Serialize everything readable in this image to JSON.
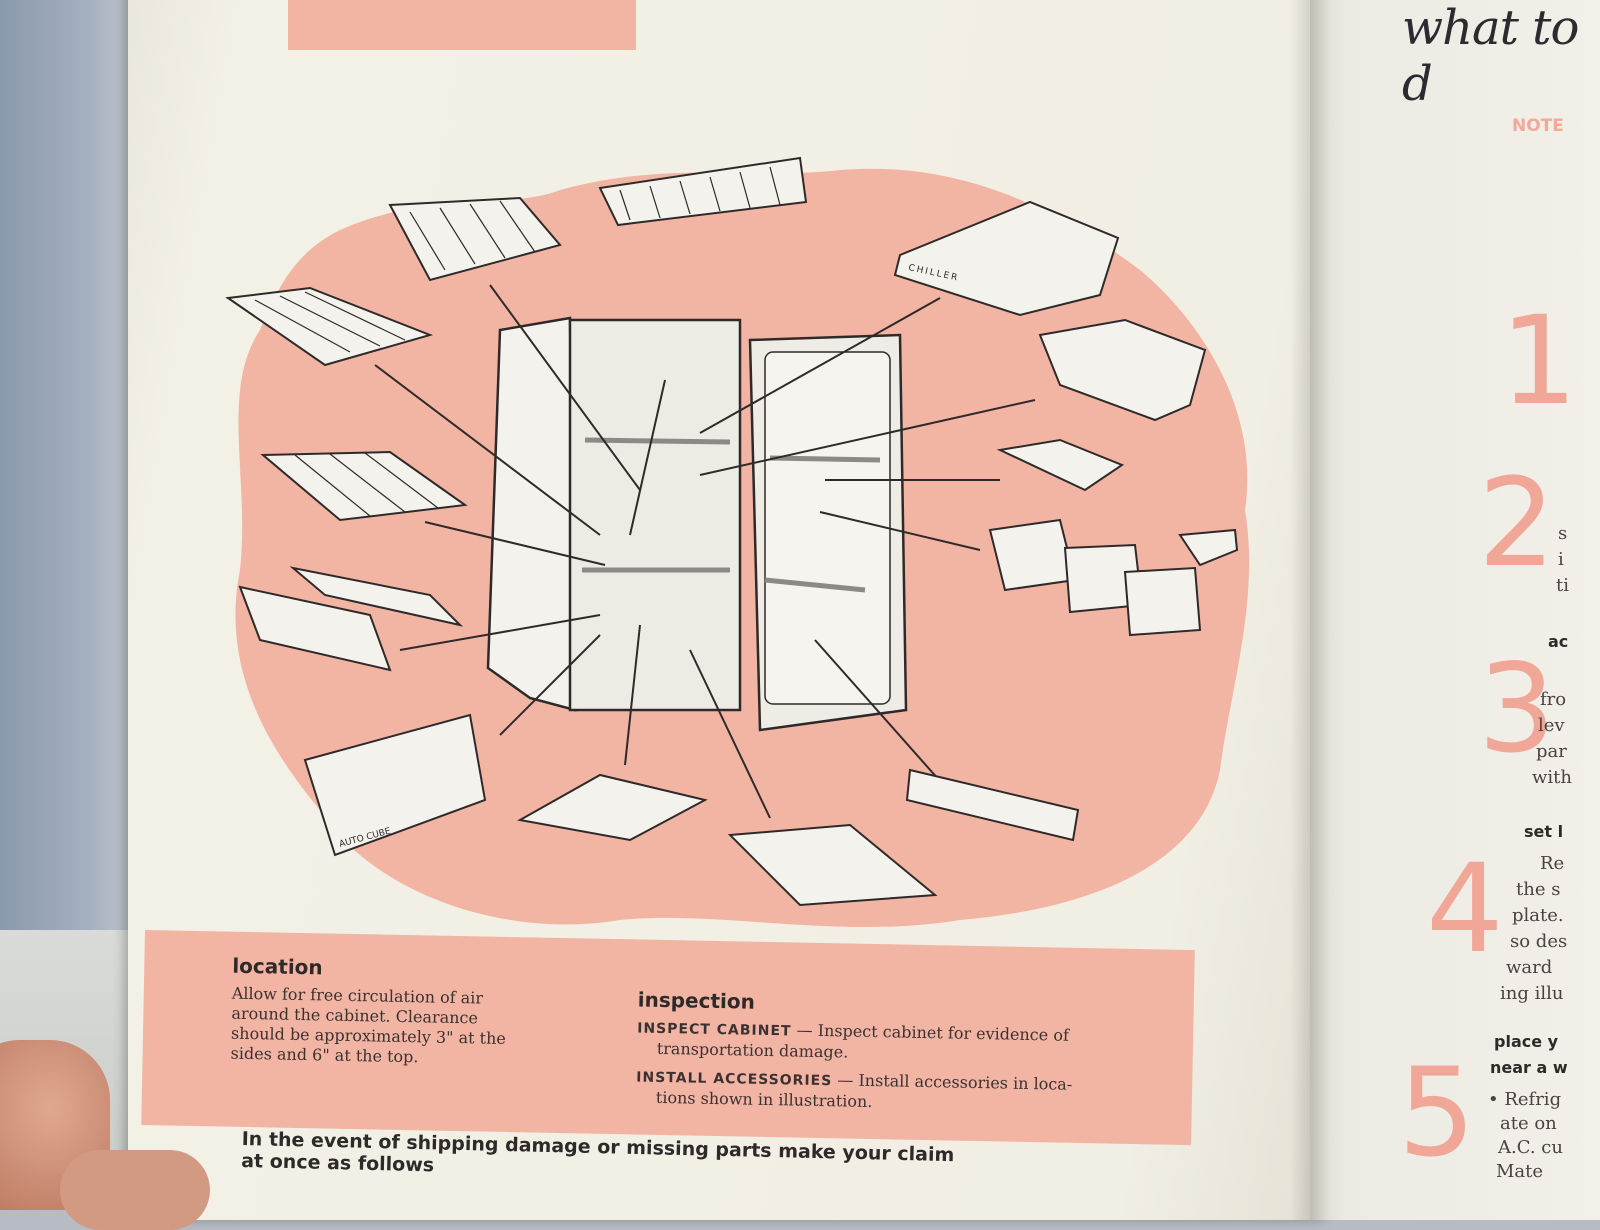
{
  "left_page": {
    "location": {
      "heading": "location",
      "lines": [
        "Allow for free circulation of air",
        "around the cabinet. Clearance",
        "should be approximately 3\" at the",
        "sides and 6\" at the top."
      ]
    },
    "inspection": {
      "heading": "inspection",
      "item1_label": "INSPECT CABINET",
      "item1_text": " — Inspect cabinet for evidence of",
      "item1_text2": "transportation damage.",
      "item2_label": "INSTALL ACCESSORIES",
      "item2_text": " — Install accessories in loca-",
      "item2_text2": "tions shown in illustration."
    },
    "bottom_line1": "In the event of shipping damage or missing parts make your claim",
    "bottom_line2": "at once as follows"
  },
  "illustration": {
    "chiller_label": "CHILLER",
    "auto_cube_label": "AUTO CUBE"
  },
  "right_page": {
    "title_fragment": "what to d",
    "note_fragment": "NOTE",
    "step_numbers": [
      "1",
      "2",
      "3",
      "4",
      "5"
    ],
    "step2_fragments": [
      "s",
      "i",
      "ti"
    ],
    "step3_head": "ac",
    "step3_fragments": [
      "fro",
      "lev",
      "par",
      "with"
    ],
    "step4_head": "set l",
    "step4_fragments": [
      "Re",
      "the s",
      "plate.",
      "so des",
      "ward",
      "ing illu"
    ],
    "step5_head1": "place y",
    "step5_head2": "near a w",
    "step5_fragments": [
      "• Refrig",
      "ate on",
      "A.C. cu",
      "Mate"
    ]
  }
}
